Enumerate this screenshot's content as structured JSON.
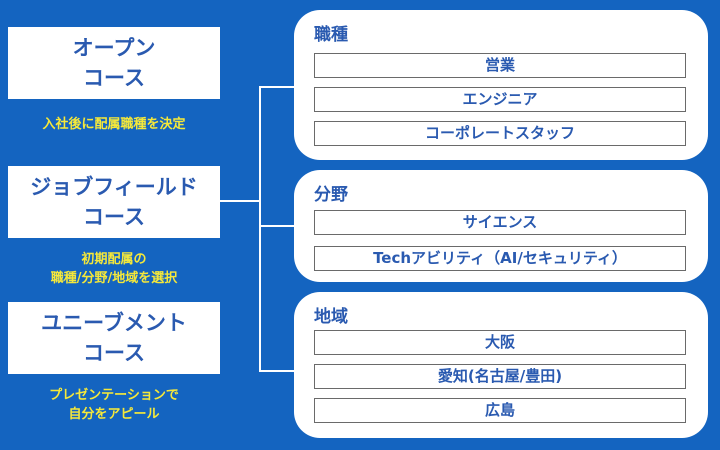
{
  "courses": [
    {
      "lines": [
        "オープン",
        "コース"
      ],
      "description": [
        "入社後に配属職種を決定"
      ]
    },
    {
      "lines": [
        "ジョブフィールド",
        "コース"
      ],
      "description": [
        "初期配属の",
        "職種/分野/地域を選択"
      ]
    },
    {
      "lines": [
        "ユニーブメント",
        "コース"
      ],
      "description": [
        "プレゼンテーションで",
        "自分をアピール"
      ]
    }
  ],
  "groups": [
    {
      "title": "職種",
      "options": [
        "営業",
        "エンジニア",
        "コーポレートスタッフ"
      ]
    },
    {
      "title": "分野",
      "options": [
        "サイエンス",
        "Techアビリティ（AI/セキュリティ）"
      ]
    },
    {
      "title": "地域",
      "options": [
        "大阪",
        "愛知(名古屋/豊田)",
        "広島"
      ]
    }
  ],
  "colors": {
    "background": "#1464c0",
    "heading_text": "#2a5ab0",
    "description_text": "#f5e83a",
    "box": "#ffffff"
  }
}
